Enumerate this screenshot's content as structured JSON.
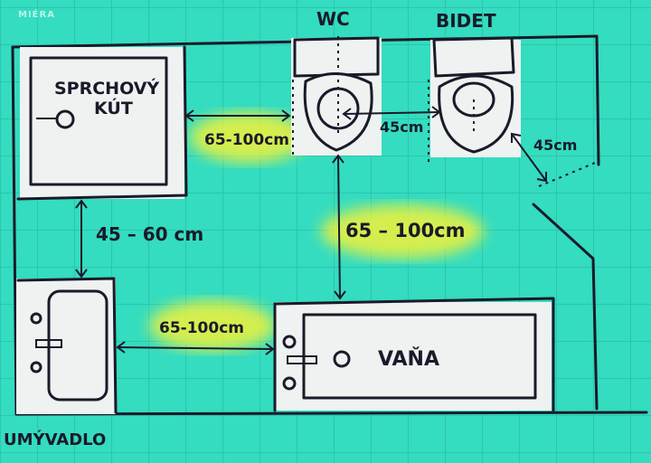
{
  "brand_text": "MIÉRA",
  "fixtures": {
    "shower": "SPRCHOVÝ KÚT",
    "shower_line1": "SPRCHOVÝ",
    "shower_line2": "KÚT",
    "wc": "WC",
    "bidet": "BIDET",
    "bath": "VAŇA",
    "sink": "UMÝVADLO"
  },
  "dimensions": {
    "shower_to_wc": "65-100cm",
    "wc_to_bidet": "45cm",
    "bidet_to_wall": "45cm",
    "shower_to_sink": "45 – 60 cm",
    "wc_to_bath": "65 – 100cm",
    "sink_to_bath": "65-100cm"
  },
  "colors": {
    "background": "#34dcc0",
    "highlight": "#f2f23a",
    "ink": "#1a1a2a"
  }
}
